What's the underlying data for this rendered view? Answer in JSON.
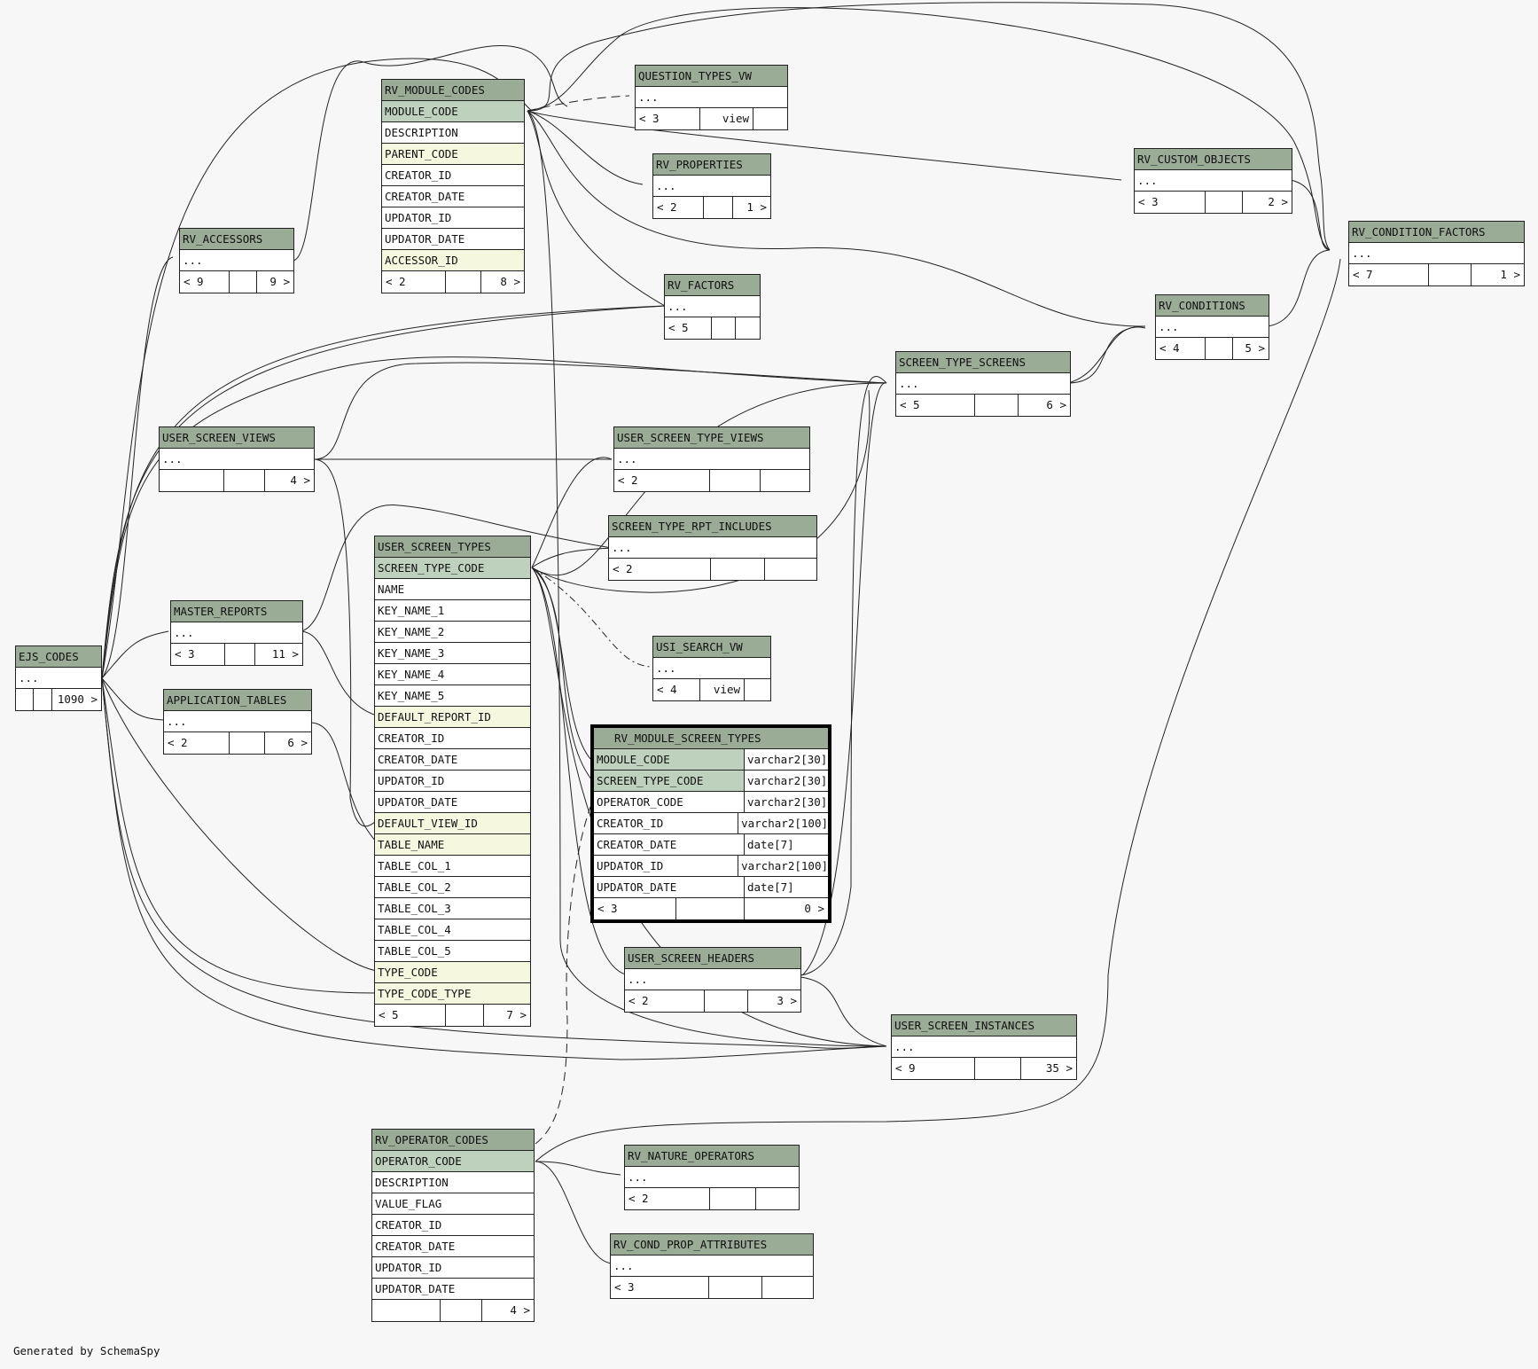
{
  "footer": "Generated by SchemaSpy",
  "colors": {
    "header": "#9aab96",
    "primary_key": "#bed1bd",
    "foreign_key": "#f5f7df",
    "background": "#f7f7f7"
  },
  "tables": {
    "rv_module_codes": {
      "name": "RV_MODULE_CODES",
      "cols": [
        "MODULE_CODE",
        "DESCRIPTION",
        "PARENT_CODE",
        "CREATOR_ID",
        "CREATOR_DATE",
        "UPDATOR_ID",
        "UPDATOR_DATE",
        "ACCESSOR_ID"
      ],
      "parents": "< 2",
      "children": "8 >"
    },
    "question_types_vw": {
      "name": "QUESTION_TYPES_VW",
      "cols": [
        "..."
      ],
      "parents": "< 3",
      "children": "view"
    },
    "rv_properties": {
      "name": "RV_PROPERTIES",
      "cols": [
        "..."
      ],
      "parents": "< 2",
      "children": "1 >"
    },
    "rv_custom_objects": {
      "name": "RV_CUSTOM_OBJECTS",
      "cols": [
        "..."
      ],
      "parents": "< 3",
      "children": "2 >"
    },
    "rv_condition_factors": {
      "name": "RV_CONDITION_FACTORS",
      "cols": [
        "..."
      ],
      "parents": "< 7",
      "children": "1 >"
    },
    "rv_accessors": {
      "name": "RV_ACCESSORS",
      "cols": [
        "..."
      ],
      "parents": "< 9",
      "children": "9 >"
    },
    "rv_factors": {
      "name": "RV_FACTORS",
      "cols": [
        "..."
      ],
      "parents": "< 5",
      "children": ""
    },
    "rv_conditions": {
      "name": "RV_CONDITIONS",
      "cols": [
        "..."
      ],
      "parents": "< 4",
      "children": "5 >"
    },
    "screen_type_screens": {
      "name": "SCREEN_TYPE_SCREENS",
      "cols": [
        "..."
      ],
      "parents": "< 5",
      "children": "6 >"
    },
    "user_screen_views": {
      "name": "USER_SCREEN_VIEWS",
      "cols": [
        "..."
      ],
      "parents": "",
      "children": "4 >"
    },
    "user_screen_type_views": {
      "name": "USER_SCREEN_TYPE_VIEWS",
      "cols": [
        "..."
      ],
      "parents": "< 2",
      "children": ""
    },
    "screen_type_rpt_includes": {
      "name": "SCREEN_TYPE_RPT_INCLUDES",
      "cols": [
        "..."
      ],
      "parents": "< 2",
      "children": ""
    },
    "user_screen_types": {
      "name": "USER_SCREEN_TYPES",
      "cols": [
        "SCREEN_TYPE_CODE",
        "NAME",
        "KEY_NAME_1",
        "KEY_NAME_2",
        "KEY_NAME_3",
        "KEY_NAME_4",
        "KEY_NAME_5",
        "DEFAULT_REPORT_ID",
        "CREATOR_ID",
        "CREATOR_DATE",
        "UPDATOR_ID",
        "UPDATOR_DATE",
        "DEFAULT_VIEW_ID",
        "TABLE_NAME",
        "TABLE_COL_1",
        "TABLE_COL_2",
        "TABLE_COL_3",
        "TABLE_COL_4",
        "TABLE_COL_5",
        "TYPE_CODE",
        "TYPE_CODE_TYPE"
      ],
      "parents": "< 5",
      "children": "7 >"
    },
    "master_reports": {
      "name": "MASTER_REPORTS",
      "cols": [
        "..."
      ],
      "parents": "< 3",
      "children": "11 >"
    },
    "ejs_codes": {
      "name": "EJS_CODES",
      "cols": [
        "..."
      ],
      "parents": "",
      "children": "1090 >"
    },
    "application_tables": {
      "name": "APPLICATION_TABLES",
      "cols": [
        "..."
      ],
      "parents": "< 2",
      "children": "6 >"
    },
    "usi_search_vw": {
      "name": "USI_SEARCH_VW",
      "cols": [
        "..."
      ],
      "parents": "< 4",
      "children": "view"
    },
    "rv_module_screen_types": {
      "name": "RV_MODULE_SCREEN_TYPES",
      "cols": [
        {
          "name": "MODULE_CODE",
          "type": "varchar2[30]"
        },
        {
          "name": "SCREEN_TYPE_CODE",
          "type": "varchar2[30]"
        },
        {
          "name": "OPERATOR_CODE",
          "type": "varchar2[30]"
        },
        {
          "name": "CREATOR_ID",
          "type": "varchar2[100]"
        },
        {
          "name": "CREATOR_DATE",
          "type": "date[7]"
        },
        {
          "name": "UPDATOR_ID",
          "type": "varchar2[100]"
        },
        {
          "name": "UPDATOR_DATE",
          "type": "date[7]"
        }
      ],
      "parents": "< 3",
      "children": "0 >"
    },
    "user_screen_headers": {
      "name": "USER_SCREEN_HEADERS",
      "cols": [
        "..."
      ],
      "parents": "< 2",
      "children": "3 >"
    },
    "user_screen_instances": {
      "name": "USER_SCREEN_INSTANCES",
      "cols": [
        "..."
      ],
      "parents": "< 9",
      "children": "35 >"
    },
    "rv_operator_codes": {
      "name": "RV_OPERATOR_CODES",
      "cols": [
        "OPERATOR_CODE",
        "DESCRIPTION",
        "VALUE_FLAG",
        "CREATOR_ID",
        "CREATOR_DATE",
        "UPDATOR_ID",
        "UPDATOR_DATE"
      ],
      "parents": "",
      "children": "4 >"
    },
    "rv_nature_operators": {
      "name": "RV_NATURE_OPERATORS",
      "cols": [
        "..."
      ],
      "parents": "< 2",
      "children": ""
    },
    "rv_cond_prop_attributes": {
      "name": "RV_COND_PROP_ATTRIBUTES",
      "cols": [
        "..."
      ],
      "parents": "< 3",
      "children": ""
    }
  }
}
